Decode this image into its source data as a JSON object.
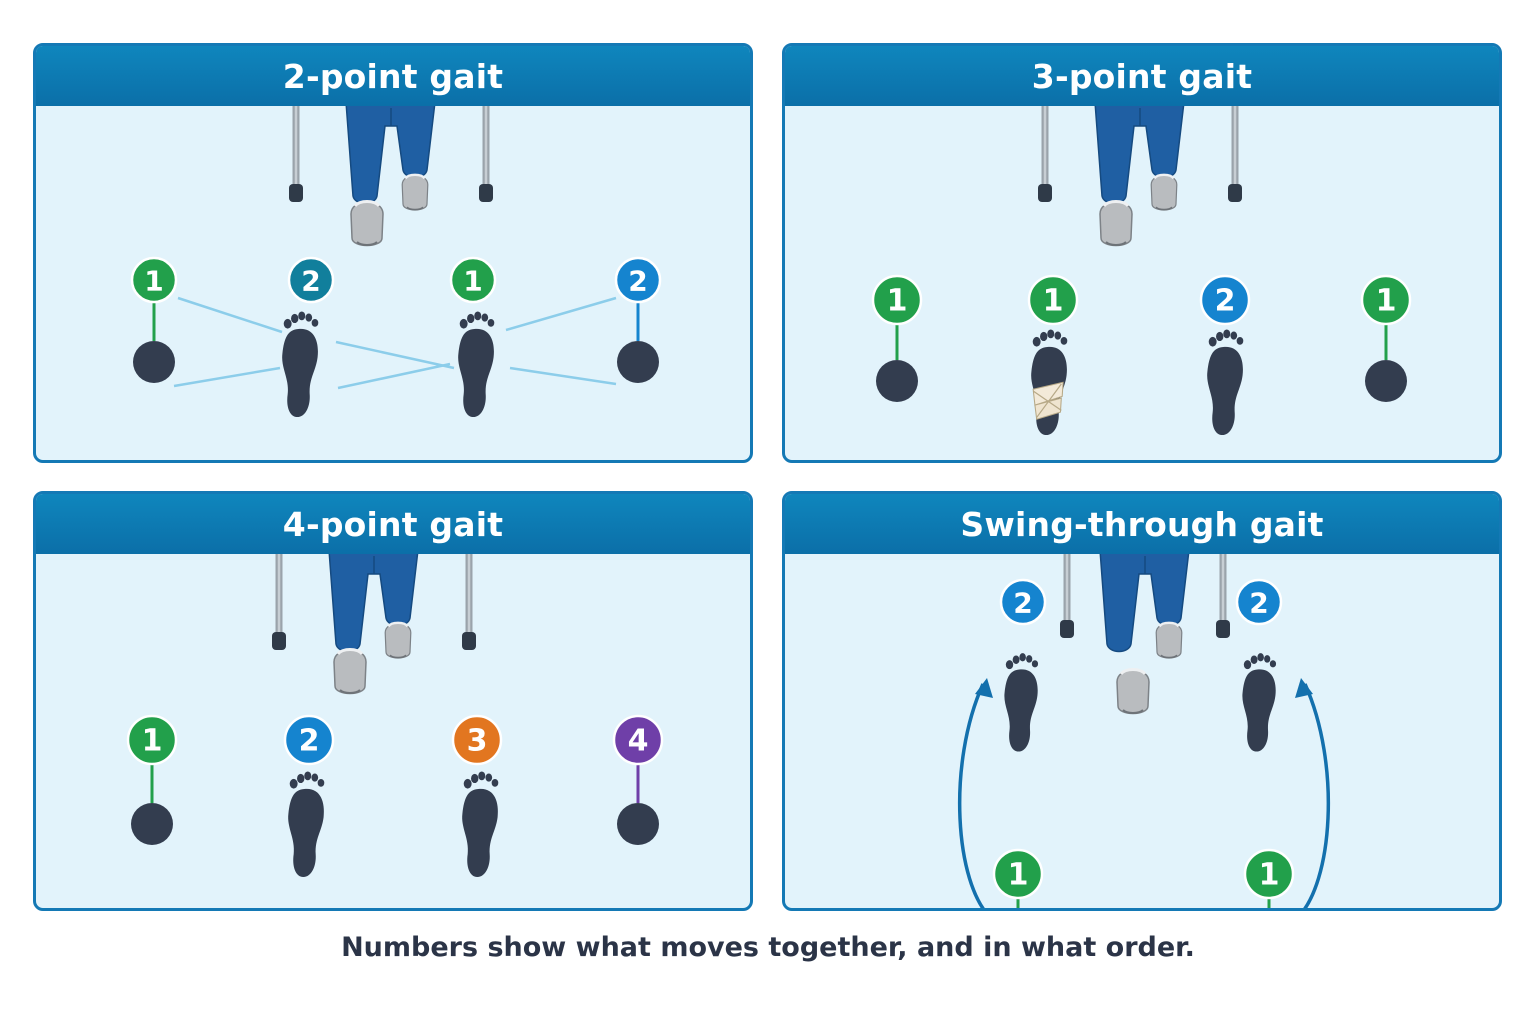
{
  "colors": {
    "frame": "#1479b5",
    "header": "#0b6fa8",
    "panel_bg": "#e2f3fb",
    "step_1": "#22a04b",
    "step_2_teal": "#117f9c",
    "step_2_blue": "#1584cf",
    "step_3": "#e27620",
    "step_4": "#6f3fa8",
    "footprint": "#333d4f",
    "tip": "#333d4f",
    "connector": "#8ccdea",
    "trousers": "#1f5fa3",
    "crutch": "#9aa3ab"
  },
  "panels": [
    {
      "title": "2-point gait",
      "markers": [
        {
          "kind": "tip",
          "step": "1",
          "color": "step_1"
        },
        {
          "kind": "foot",
          "step": "2",
          "color": "step_2_teal"
        },
        {
          "kind": "foot",
          "step": "1",
          "color": "step_1"
        },
        {
          "kind": "tip",
          "step": "2",
          "color": "step_2_blue"
        }
      ]
    },
    {
      "title": "3-point gait",
      "markers": [
        {
          "kind": "tip",
          "step": "1",
          "color": "step_1"
        },
        {
          "kind": "foot-bandaged",
          "step": "1",
          "color": "step_1"
        },
        {
          "kind": "foot",
          "step": "2",
          "color": "step_2_blue"
        },
        {
          "kind": "tip",
          "step": "1",
          "color": "step_1"
        }
      ]
    },
    {
      "title": "4-point gait",
      "markers": [
        {
          "kind": "tip",
          "step": "1",
          "color": "step_1"
        },
        {
          "kind": "foot",
          "step": "2",
          "color": "step_2_blue"
        },
        {
          "kind": "foot",
          "step": "3",
          "color": "step_3"
        },
        {
          "kind": "tip",
          "step": "4",
          "color": "step_4"
        }
      ]
    },
    {
      "title": "Swing-through gait",
      "markers": [
        {
          "kind": "tip",
          "step": "1",
          "color": "step_1"
        },
        {
          "kind": "foot",
          "step": "2",
          "color": "step_2_blue"
        },
        {
          "kind": "foot",
          "step": "2",
          "color": "step_2_blue"
        },
        {
          "kind": "tip",
          "step": "1",
          "color": "step_1"
        }
      ]
    }
  ],
  "caption": "Numbers show what moves together, and in what order."
}
